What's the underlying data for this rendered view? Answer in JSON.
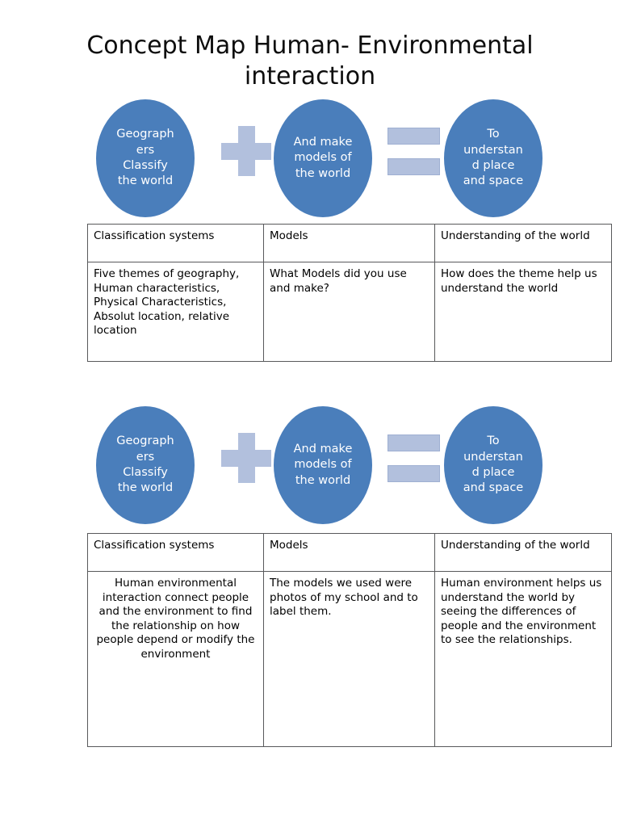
{
  "document": {
    "title": "Concept Map Human-\nEnvironmental interaction"
  },
  "colors": {
    "ellipse_fill": "#4a7ebb",
    "ellipse_text": "#ffffff",
    "operator_fill": "#b2c0dd",
    "operator_stroke": "#9fb0d2",
    "table_border": "#58595b",
    "page_background": "#ffffff",
    "body_text": "#000000"
  },
  "diagrams": [
    {
      "name": "concept-equation-diagram-top",
      "nodes": [
        {
          "id": "geographers-classify",
          "text": "Geograph\ners\nClassify\nthe world"
        },
        {
          "id": "make-models",
          "text": "And make\nmodels of\nthe world"
        },
        {
          "id": "understand-place-space",
          "text": "To\nunderstan\nd place\nand space"
        }
      ],
      "operators": [
        {
          "id": "plus-operator",
          "symbol": "+"
        },
        {
          "id": "equals-operator",
          "symbol": "="
        }
      ]
    },
    {
      "name": "concept-equation-diagram-bottom",
      "nodes": [
        {
          "id": "geographers-classify",
          "text": "Geograph\ners\nClassify\nthe world"
        },
        {
          "id": "make-models",
          "text": "And make\nmodels of\nthe world"
        },
        {
          "id": "understand-place-space",
          "text": "To\nunderstan\nd place\nand space"
        }
      ],
      "operators": [
        {
          "id": "plus-operator",
          "symbol": "+"
        },
        {
          "id": "equals-operator",
          "symbol": "="
        }
      ]
    }
  ],
  "tables": [
    {
      "name": "prompts-table",
      "headers": [
        "Classification systems",
        "Models",
        "Understanding of the world"
      ],
      "rows": [
        [
          "Five themes of geography, Human characteristics, Physical Characteristics, Absolut location, relative location",
          "What Models did you use and make?",
          "How does the theme help us understand the world"
        ]
      ]
    },
    {
      "name": "responses-table",
      "headers": [
        "Classification systems",
        "Models",
        "Understanding of the world"
      ],
      "rows": [
        [
          "Human environmental interaction connect people and the environment to find the relationship on how people depend or modify the environment",
          "The models we used were photos of my school and to label them.",
          "Human environment helps us understand the world by seeing the differences of people and the environment to see the relationships."
        ]
      ]
    }
  ]
}
